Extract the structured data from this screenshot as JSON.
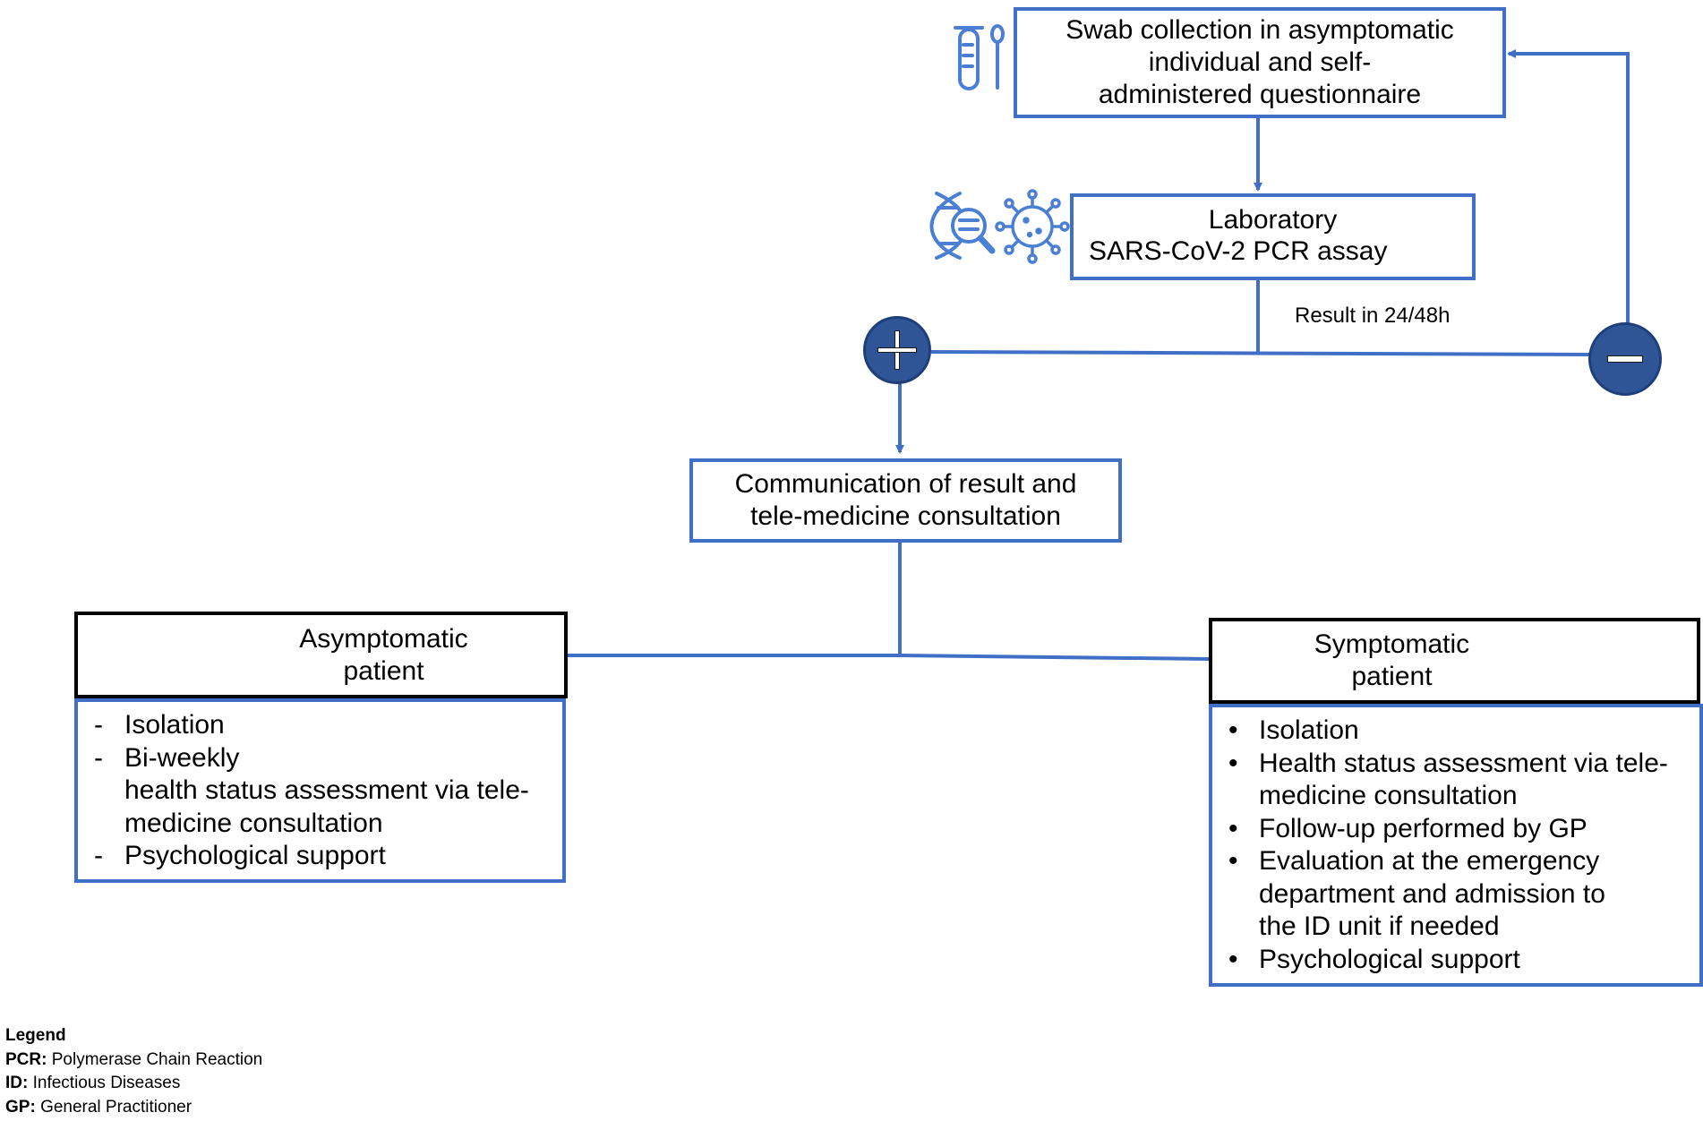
{
  "nodes": {
    "swab": {
      "lines": [
        "Swab collection in asymptomatic",
        "individual and self-",
        "administered questionnaire"
      ]
    },
    "lab": {
      "lines": [
        "Laboratory",
        "SARS-CoV-2 PCR assay"
      ]
    },
    "result_label": "Result in 24/48h",
    "positive_symbol": "+",
    "negative_symbol": "−",
    "communication": {
      "lines": [
        "Communication of result and",
        "tele-medicine consultation"
      ]
    },
    "asymptomatic": {
      "title_lines": [
        "Asymptomatic",
        "patient"
      ],
      "marker": "-",
      "items": [
        {
          "lines": [
            "Isolation"
          ]
        },
        {
          "lines": [
            "Bi-weekly",
            "health status assessment via tele-",
            "medicine consultation"
          ]
        },
        {
          "lines": [
            "Psychological support"
          ]
        }
      ]
    },
    "symptomatic": {
      "title_lines": [
        "Symptomatic",
        "patient"
      ],
      "marker": "•",
      "items": [
        {
          "lines": [
            "Isolation"
          ]
        },
        {
          "lines": [
            "Health status assessment via tele-",
            "medicine consultation"
          ]
        },
        {
          "lines": [
            "Follow-up performed by GP"
          ]
        },
        {
          "lines": [
            "Evaluation at the emergency",
            "department and admission to",
            "the ID unit if needed"
          ]
        },
        {
          "lines": [
            "Psychological support"
          ]
        }
      ]
    }
  },
  "legend": {
    "title": "Legend",
    "entries": [
      {
        "abbr": "PCR:",
        "text": "Polymerase Chain Reaction"
      },
      {
        "abbr": "ID:",
        "text": "Infectious Diseases"
      },
      {
        "abbr": "GP:",
        "text": "General Practitioner"
      }
    ]
  },
  "icons": [
    "test-tube-swab-icon",
    "dna-magnifier-icon",
    "virus-icon",
    "masked-head-icon",
    "head-thermometer-icon",
    "plus-circle-icon",
    "minus-circle-icon"
  ],
  "colors": {
    "accent": "#3f6fc6",
    "circle_fill": "#2f5597",
    "box_border_dark": "#000000"
  }
}
